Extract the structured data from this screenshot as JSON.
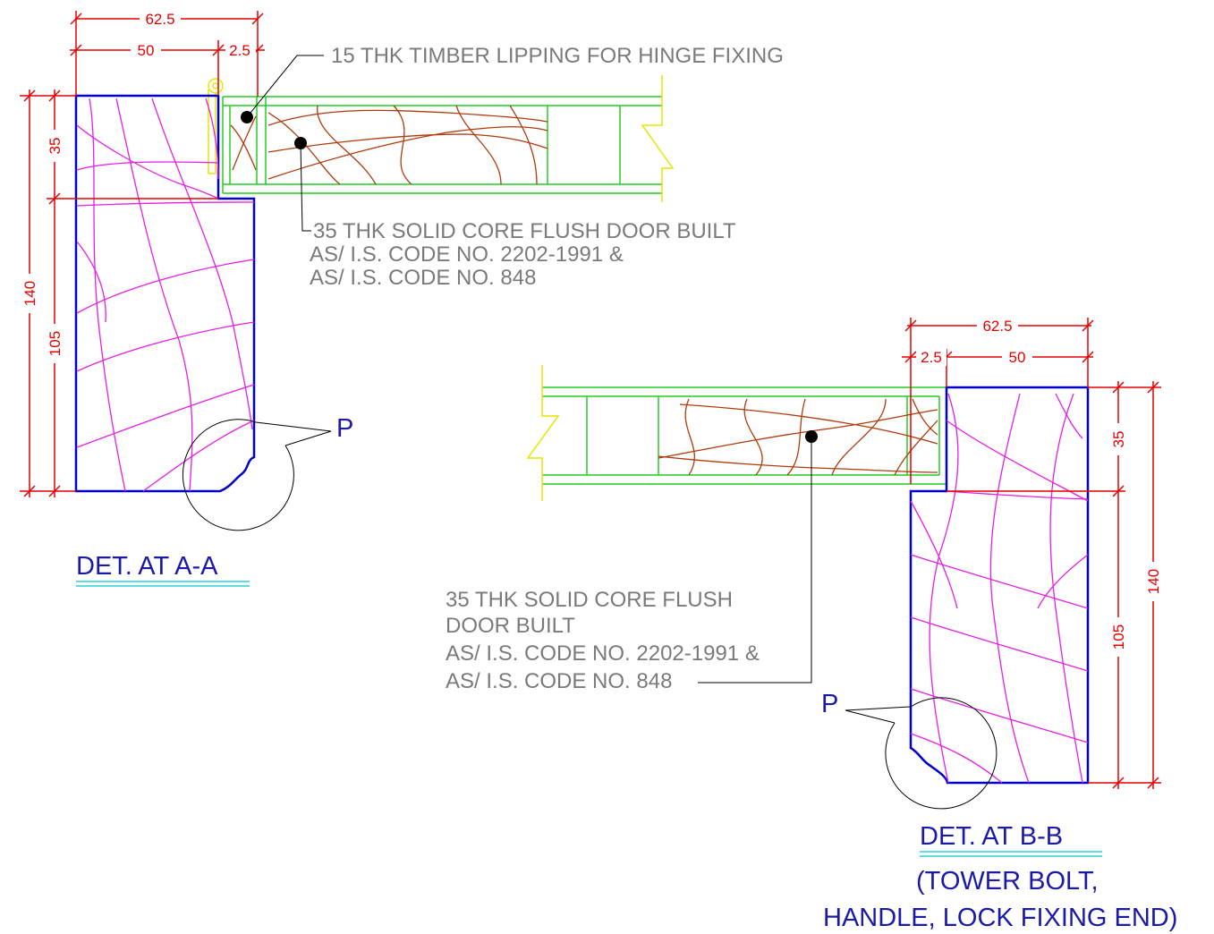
{
  "detail_a": {
    "title": "DET. AT A-A",
    "tag": "P",
    "dims": {
      "top_overall": "62.5",
      "top_frame": "50",
      "top_gap": "2.5",
      "left_rebate": "35",
      "left_overall": "140",
      "left_remaining": "105"
    },
    "note_lipping": "15 THK TIMBER LIPPING FOR HINGE FIXING",
    "note_core": [
      "35 THK SOLID CORE FLUSH DOOR BUILT",
      "AS/ I.S. CODE NO. 2202-1991 &",
      "AS/ I.S. CODE NO. 848"
    ]
  },
  "detail_b": {
    "title": "DET. AT B-B",
    "subtitle": [
      "(TOWER BOLT,",
      "HANDLE, LOCK FIXING END)"
    ],
    "tag": "P",
    "dims": {
      "top_overall": "62.5",
      "top_gap": "2.5",
      "top_frame": "50",
      "right_rebate": "35",
      "right_overall": "140",
      "right_remaining": "105"
    },
    "note_core": [
      "35 THK SOLID CORE FLUSH",
      "DOOR BUILT",
      "AS/ I.S. CODE NO. 2202-1991 &",
      "AS/ I.S. CODE NO. 848"
    ]
  },
  "colors": {
    "frame": "#0000cc",
    "grain": "#e61ee6",
    "door_outline": "#22cc22",
    "core_grain": "#b03a0a",
    "dimension": "#e60000",
    "break_line": "#e6e600",
    "note_text": "#7a7a7a",
    "title_text": "#1a1aa6",
    "title_underline": "#00c8c8"
  }
}
